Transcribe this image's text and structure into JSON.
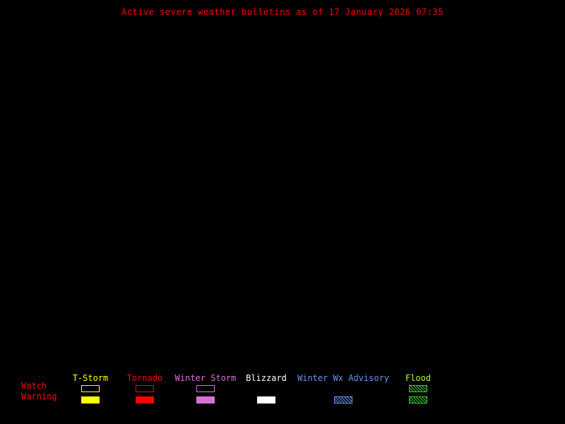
{
  "title": "Active severe weather bulletins as of 17 January 2026 07:35",
  "colors": {
    "background": "#000000",
    "title": "#ff0000",
    "row_label": "#ff0000"
  },
  "legend": {
    "watch_label": "Watch",
    "warning_label": "Warning",
    "columns": [
      {
        "label": "T-Storm",
        "color": "#ffff00",
        "watch": "outline",
        "warning": "filled"
      },
      {
        "label": "Tornado",
        "color": "#ff0000",
        "watch": "outline",
        "warning": "filled"
      },
      {
        "label": "Winter Storm",
        "color": "#da70d6",
        "watch": "outline",
        "warning": "filled"
      },
      {
        "label": "Blizzard",
        "color": "#ffffff",
        "watch": "none",
        "warning": "filled"
      },
      {
        "label": "Winter Wx Advisory",
        "color": "#6495ed",
        "watch": "none",
        "warning": "hatched"
      },
      {
        "label": "Flood",
        "color": "#adff2f",
        "swatch_color": "#32cd32",
        "watch": "hatched",
        "warning": "hatched"
      }
    ]
  }
}
